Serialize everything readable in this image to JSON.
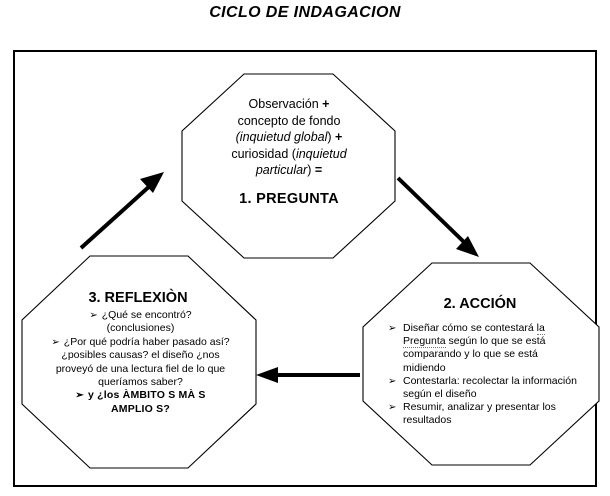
{
  "title": "CICLO DE INDAGACION",
  "nodes": {
    "pregunta": {
      "line1_a": "Observación ",
      "line1_plus": "+",
      "line2": "concepto de fondo",
      "line3_ital": "(inquietud global",
      "line3_close": ")",
      "line3_plus": " +",
      "line4_a": "curiosidad (",
      "line4_ital": "inquietud",
      "line5_ital": "particular",
      "line5_close": ")",
      "line5_eq": " =",
      "heading": "1. PREGUNTA"
    },
    "accion": {
      "heading": "2. ACCIÓN",
      "bullet_mark": "➢",
      "items": [
        {
          "pre": "Diseñar cómo se contestará ",
          "marked": "la Pregunta",
          "post": " según lo que se está comparando y lo que se está midiendo"
        },
        {
          "pre": "Contestarla: recolectar la información según el diseño",
          "marked": "",
          "post": ""
        },
        {
          "pre": "Resumir, analizar y presentar los resultados",
          "marked": "",
          "post": ""
        }
      ]
    },
    "reflexion": {
      "heading": "3. REFLEXIÒN",
      "bullet_mark": "➢",
      "item1_line1": "¿Qué se encontró?",
      "item1_line2": "(conclusiones)",
      "item2": "¿Por qué podría haber pasado así? ¿posibles causas? el diseño ¿nos proveyó de una lectura fiel de lo que queríamos saber?",
      "item3_line1": "y ¿los ÀMBITO S MÀ S",
      "item3_line2": "AMPLIO S?"
    }
  },
  "arrows": {
    "reflexion_to_pregunta": "arrow-up-right",
    "pregunta_to_accion": "arrow-down-right",
    "accion_to_reflexion": "arrow-left"
  },
  "colors": {
    "stroke": "#000000",
    "background": "#ffffff"
  }
}
